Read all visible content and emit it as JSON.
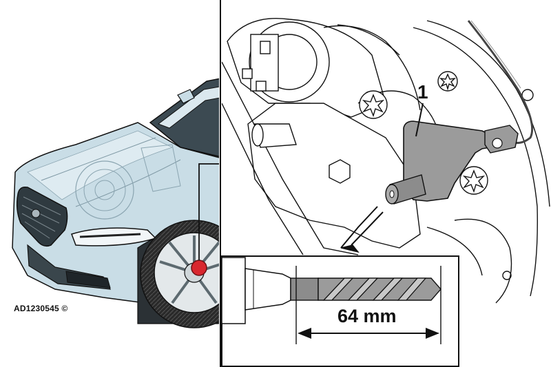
{
  "figure": {
    "reference_code": "AD1230545 ©",
    "callout_number": "1",
    "dimension_label": "64 mm",
    "colors": {
      "vehicle_body": "#c9dde6",
      "highlight_marker": "#d8262e",
      "component_fill": "#9b9b9b",
      "line": "#111111"
    },
    "icons": [
      "car-front-view",
      "drill-bit",
      "wheel-hub",
      "brake-pad-wear-sensor",
      "torx-bolt"
    ]
  }
}
